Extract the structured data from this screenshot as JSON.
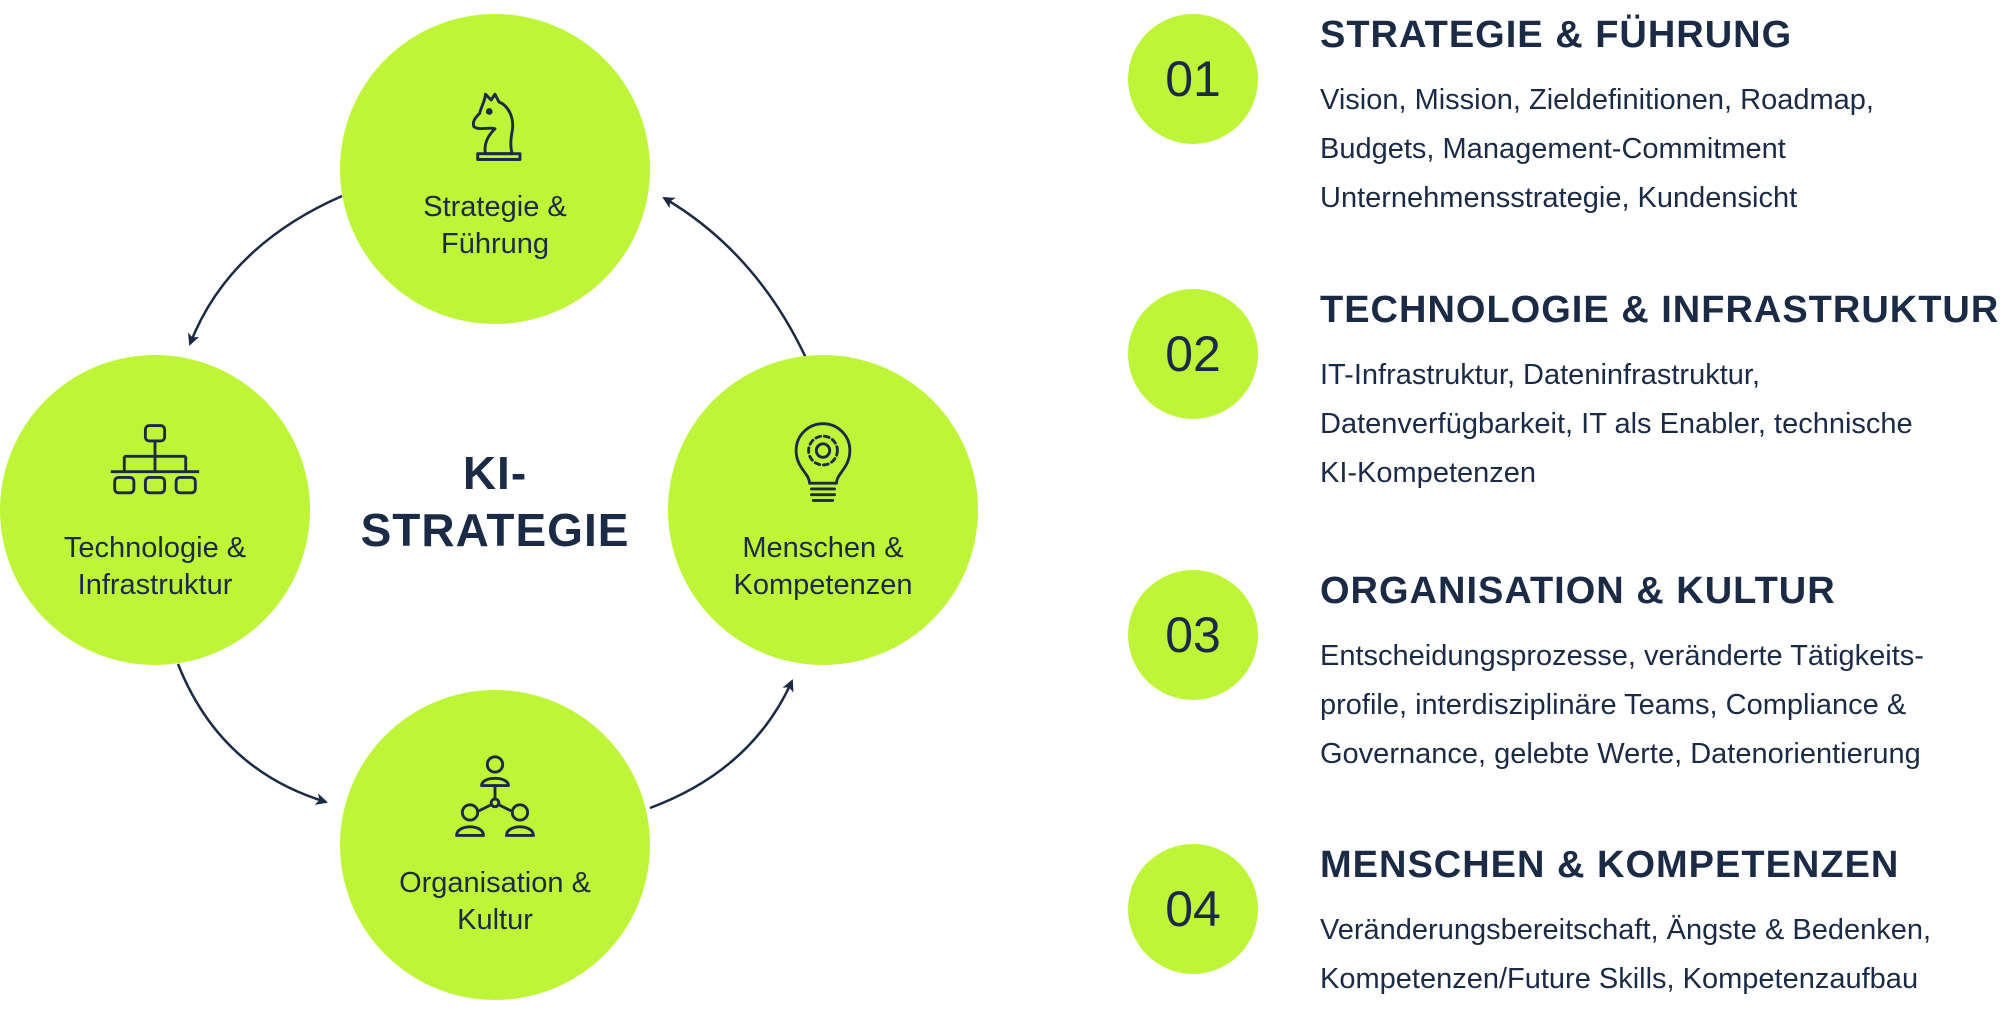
{
  "center_title": "KI-\nSTRATEGIE",
  "colors": {
    "accent": "#bef539",
    "text": "#1c2b45"
  },
  "circles": {
    "strategie": {
      "label": "Strategie &\nFührung",
      "icon": "chess-knight-icon"
    },
    "technologie": {
      "label": "Technologie &\nInfrastruktur",
      "icon": "org-chart-icon"
    },
    "menschen": {
      "label": "Menschen &\nKompetenzen",
      "icon": "lightbulb-gear-icon"
    },
    "organisation": {
      "label": "Organisation &\nKultur",
      "icon": "team-network-icon"
    }
  },
  "items": [
    {
      "number": "01",
      "heading": "STRATEGIE & FÜHRUNG",
      "description": "Vision, Mission, Zieldefinitionen, Roadmap,\nBudgets, Management-Commitment\nUnternehmensstrategie, Kundensicht"
    },
    {
      "number": "02",
      "heading": "TECHNOLOGIE & INFRASTRUKTUR",
      "description": "IT-Infrastruktur, Dateninfrastruktur,\nDatenverfügbarkeit, IT als Enabler, technische\nKI-Kompetenzen"
    },
    {
      "number": "03",
      "heading": "ORGANISATION & KULTUR",
      "description": "Entscheidungsprozesse, veränderte Tätigkeits-\nprofile, interdisziplinäre Teams, Compliance &\nGovernance, gelebte Werte, Datenorientierung"
    },
    {
      "number": "04",
      "heading": "MENSCHEN & KOMPETENZEN",
      "description": "Veränderungsbereitschaft, Ängste & Bedenken,\nKompetenzen/Future Skills, Kompetenzaufbau"
    }
  ]
}
